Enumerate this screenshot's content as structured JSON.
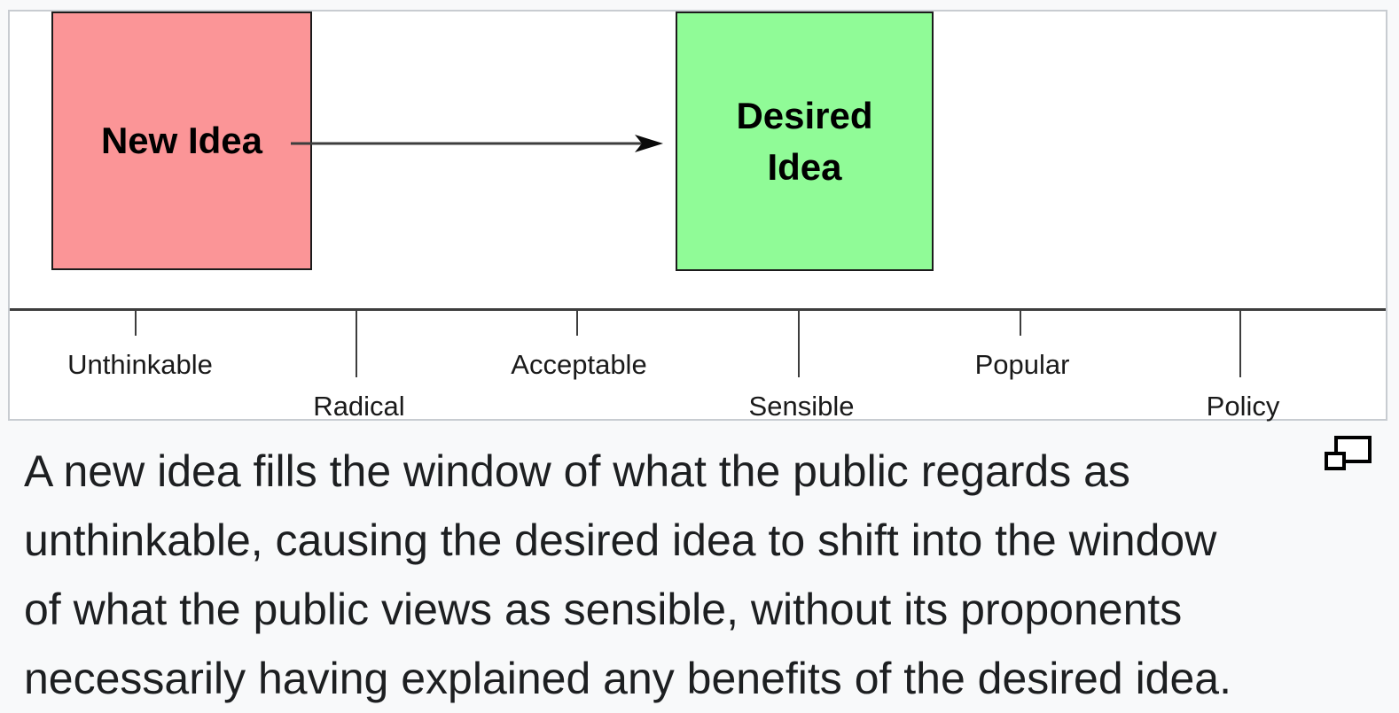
{
  "diagram": {
    "boxes": {
      "new_idea": {
        "label": "New Idea",
        "color": "#fb9597"
      },
      "desired_idea": {
        "label": "Desired Idea",
        "color": "#90fb97"
      }
    },
    "arrow": {
      "direction": "right",
      "from": "New Idea",
      "to": "Desired Idea"
    },
    "axis": {
      "ticks": [
        {
          "label": "Unthinkable",
          "row": "top"
        },
        {
          "label": "Radical",
          "row": "bottom"
        },
        {
          "label": "Acceptable",
          "row": "top"
        },
        {
          "label": "Sensible",
          "row": "bottom"
        },
        {
          "label": "Popular",
          "row": "top"
        },
        {
          "label": "Policy",
          "row": "bottom"
        }
      ]
    }
  },
  "caption": {
    "lines": [
      "A new idea fills the window of what the public regards as",
      "unthinkable, causing the desired idea to shift into the window",
      "of what the public views as sensible, without its proponents",
      "necessarily having explained any benefits of the desired idea."
    ]
  },
  "icons": {
    "enlarge": "enlarge-icon"
  },
  "colors": {
    "page_background": "#f8f9fa",
    "panel_background": "#ffffff",
    "panel_border": "#c8ccd1",
    "new_idea_fill": "#fb9597",
    "desired_idea_fill": "#90fb97",
    "line_color": "#3d3d3d",
    "caption_text": "#1d1f21"
  }
}
